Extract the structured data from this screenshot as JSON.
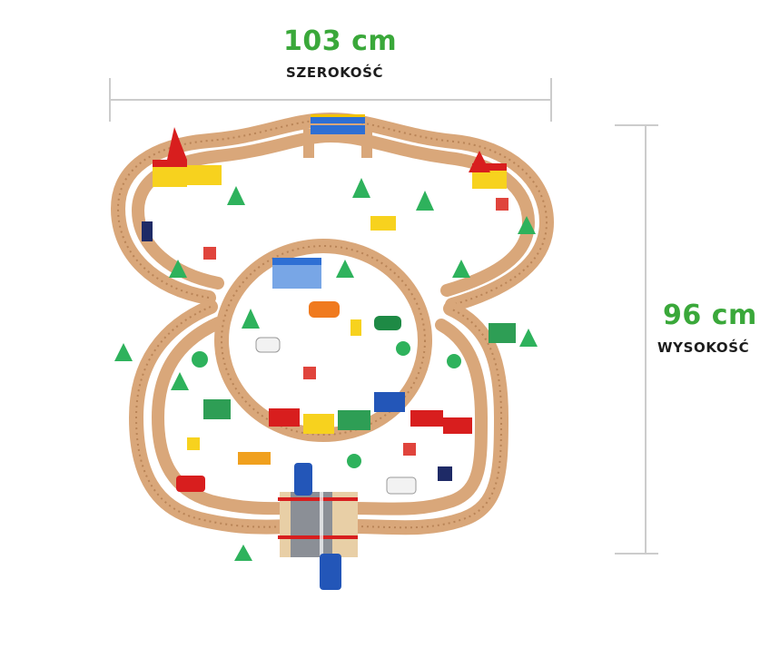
{
  "dimensions": {
    "width": {
      "value": "103 cm",
      "label": "SZEROKOŚĆ"
    },
    "height": {
      "value": "96 cm",
      "label": "WYSOKOŚĆ"
    }
  },
  "colors": {
    "accent_green": "#3aa83a",
    "label_dark": "#1c1c1c",
    "measure_line": "#cccccc",
    "track_wood": "#d9a77a",
    "track_groove": "#b98457"
  }
}
